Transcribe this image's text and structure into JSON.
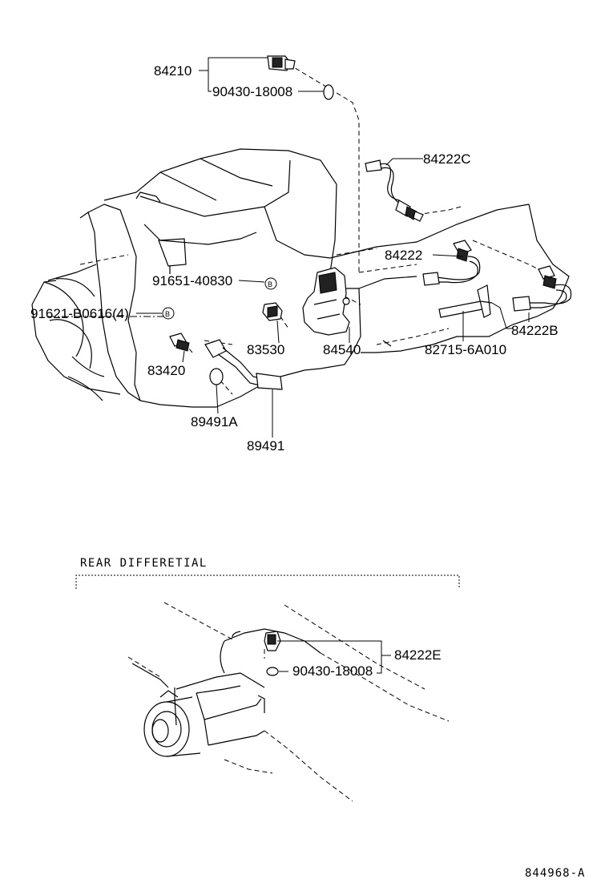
{
  "part_labels": {
    "p84210": "84210",
    "p90430_top": "90430-18008",
    "p84222C": "84222C",
    "p84222": "84222",
    "p91651": "91651-40830",
    "p91621": "91621-B0616(4)",
    "p83530": "83530",
    "p84540": "84540",
    "p82715": "82715-6A010",
    "p84222B": "84222B",
    "p83420": "83420",
    "p89491A": "89491A",
    "p89491": "89491",
    "p84222E": "84222E",
    "p90430_rear": "90430-18008"
  },
  "callout_symbol": "B",
  "section_title": "REAR DIFFERETIAL",
  "reference_code": "844968-A"
}
